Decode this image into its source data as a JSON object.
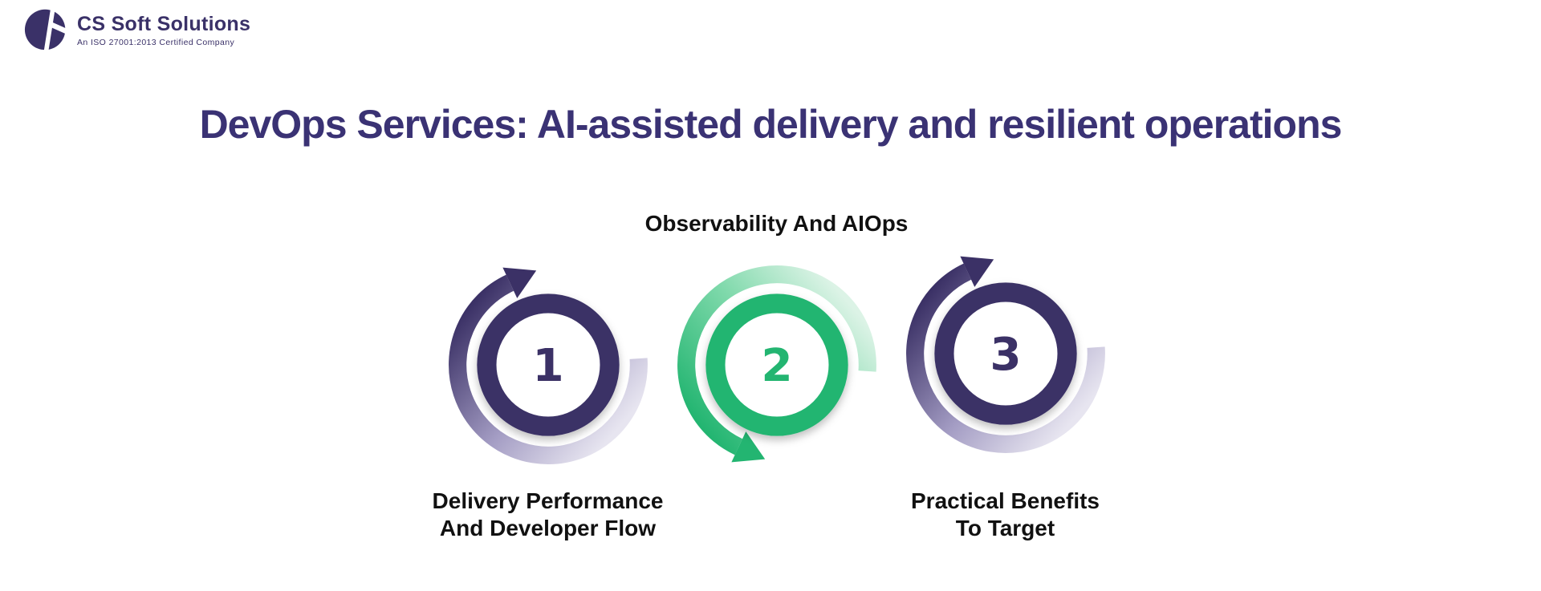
{
  "logo": {
    "name": "CS Soft Solutions",
    "tagline": "An ISO 27001:2013 Certified Company",
    "brand_color": "#3A3168"
  },
  "page": {
    "title": "DevOps Services: AI-assisted delivery and resilient operations",
    "title_color": "#3A3274",
    "background": "#FFFFFF"
  },
  "diagram": {
    "items": [
      {
        "number": "1",
        "label": "Delivery Performance\nAnd Developer Flow",
        "label_position": "below",
        "color": "#3B3166",
        "arrow_direction": "top-pointing-northeast"
      },
      {
        "number": "2",
        "label": "Observability And AIOps",
        "label_position": "above",
        "color": "#23B571",
        "arrow_direction": "bottom-pointing-southeast"
      },
      {
        "number": "3",
        "label": "Practical Benefits\nTo Target",
        "label_position": "below",
        "color": "#3B3166",
        "arrow_direction": "top-pointing-northeast"
      }
    ],
    "colors": {
      "purple": "#3B3166",
      "purple_mid": "#A49DC4",
      "purple_light": "#E7E5F0",
      "green": "#23B571",
      "green_mid": "#7FD9AB",
      "green_light": "#DCF3E6",
      "label_text": "#111111"
    }
  }
}
